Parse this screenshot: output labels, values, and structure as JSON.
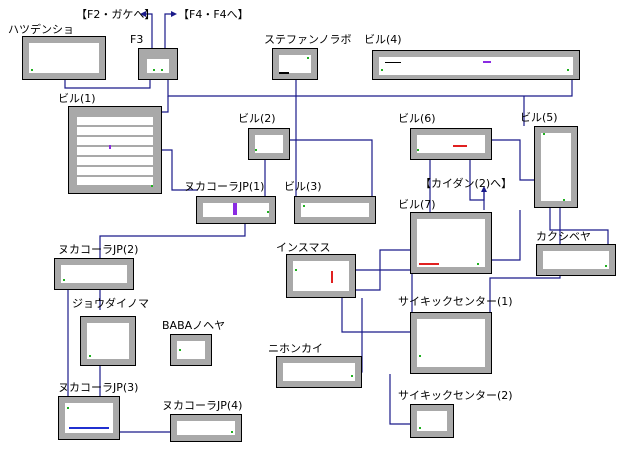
{
  "labels": {
    "hatsudensho": "ハツデンショ",
    "f2_link": "【F2・ガケへ】",
    "f4_link": "【F4・F4へ】",
    "f3": "F3",
    "stefan_lab": "ステファンノラボ",
    "building4": "ビル(4)",
    "building1": "ビル(1)",
    "building2": "ビル(2)",
    "building6": "ビル(6)",
    "building5": "ビル(5)",
    "nukacola1": "ヌカコーラJP(1)",
    "building3": "ビル(3)",
    "kaidan_link": "【カイダン(2)へ】",
    "building7": "ビル(7)",
    "kakushibeya": "カクシベヤ",
    "nukacola2": "ヌカコーラJP(2)",
    "innsmouth": "インスマス",
    "joudainoma": "ジョウダイノマ",
    "baba": "BABAノヘヤ",
    "psychic1": "サイキックセンター(1)",
    "nihonkai": "ニホンカイ",
    "nukacola3": "ヌカコーラJP(3)",
    "nukacola4": "ヌカコーラJP(4)",
    "psychic2": "サイキックセンター(2)"
  },
  "colors": {
    "room_fill": "#a9a9a9",
    "floor": "#ffffff",
    "link_line": "#1a1a8a",
    "entrance_dot": "#20b020",
    "marker_red": "#e02020",
    "marker_purple": "#8a2be2",
    "marker_blue": "#2030d0"
  }
}
